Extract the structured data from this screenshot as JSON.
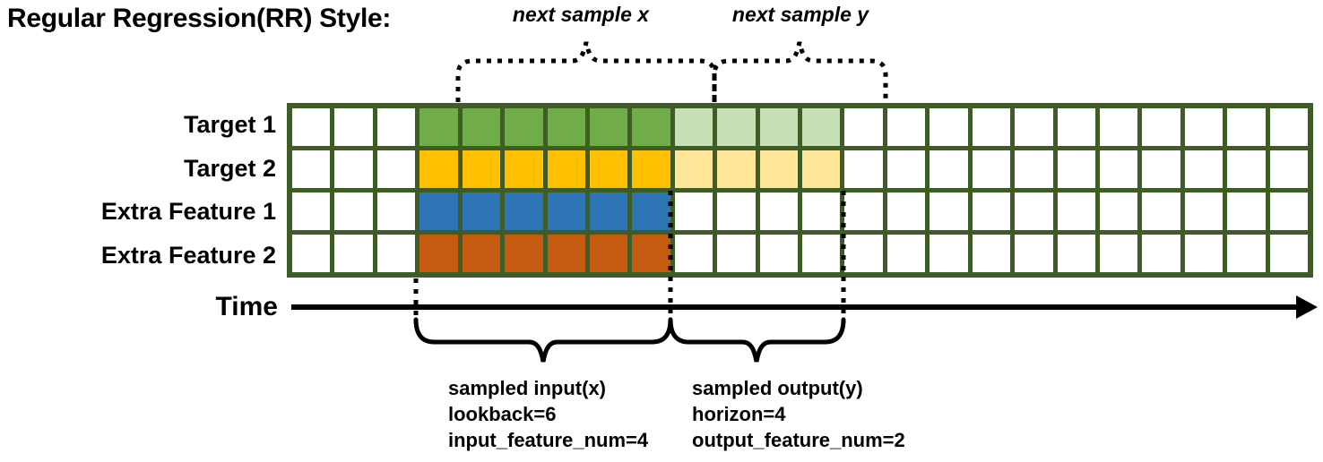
{
  "title": "Regular Regression(RR) Style:",
  "annotations": {
    "next_sample_x": "next sample x",
    "next_sample_y": "next sample y"
  },
  "time_axis": {
    "label": "Time"
  },
  "grid": {
    "columns": 24,
    "input_start_col": 3,
    "lookback": 6,
    "horizon": 4,
    "border_color": "#3E5C26",
    "cell_bg": "#FFFFFF",
    "rows": [
      {
        "label": "Target 1",
        "input_color": "#70AD47",
        "output_color": "#C5E0B4",
        "has_output": true
      },
      {
        "label": "Target 2",
        "input_color": "#FFC000",
        "output_color": "#FFE699",
        "has_output": true
      },
      {
        "label": "Extra Feature 1",
        "input_color": "#2E75B6",
        "output_color": "",
        "has_output": false
      },
      {
        "label": "Extra Feature 2",
        "input_color": "#C55A11",
        "output_color": "",
        "has_output": false
      }
    ]
  },
  "input_annotation": {
    "line1": "sampled input(x)",
    "line2": "lookback=6",
    "line3": "input_feature_num=4"
  },
  "output_annotation": {
    "line1": "sampled output(y)",
    "line2": "horizon=4",
    "line3": "output_feature_num=2"
  }
}
